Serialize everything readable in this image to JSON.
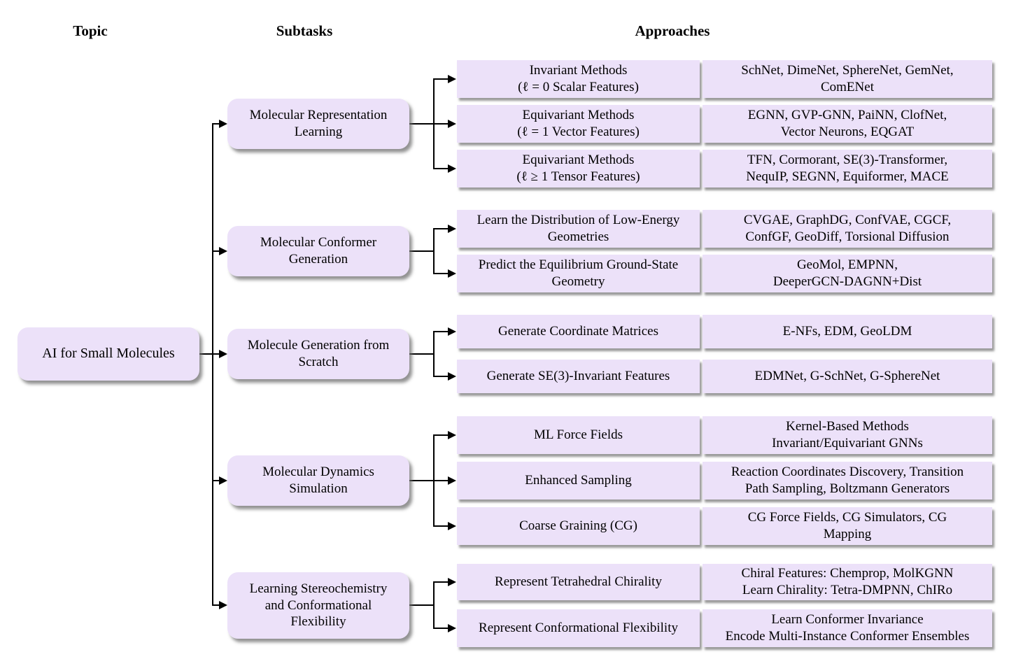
{
  "headers": {
    "topic": "Topic",
    "subtasks": "Subtasks",
    "approaches": "Approaches"
  },
  "root": {
    "label": "AI for Small Molecules"
  },
  "colors": {
    "node_fill": "#ece1f9",
    "line": "#000000",
    "background": "#ffffff"
  },
  "groups": [
    {
      "subtask": [
        "Molecular Representation",
        "Learning"
      ],
      "rows": [
        {
          "label": [
            "Invariant Methods",
            "(ℓ = 0 Scalar Features)"
          ],
          "methods": [
            "SchNet, DimeNet, SphereNet, GemNet,",
            "ComENet"
          ]
        },
        {
          "label": [
            "Equivariant Methods",
            "(ℓ = 1 Vector Features)"
          ],
          "methods": [
            "EGNN, GVP-GNN, PaiNN, ClofNet,",
            "Vector Neurons, EQGAT"
          ]
        },
        {
          "label": [
            "Equivariant Methods",
            "(ℓ ≥ 1 Tensor Features)"
          ],
          "methods": [
            "TFN, Cormorant, SE(3)-Transformer,",
            "NequIP, SEGNN, Equiformer, MACE"
          ]
        }
      ]
    },
    {
      "subtask": [
        "Molecular Conformer",
        "Generation"
      ],
      "rows": [
        {
          "label": [
            "Learn the Distribution of Low-Energy",
            "Geometries"
          ],
          "methods": [
            "CVGAE, GraphDG, ConfVAE, CGCF,",
            "ConfGF, GeoDiff, Torsional Diffusion"
          ]
        },
        {
          "label": [
            "Predict the Equilibrium Ground-State",
            "Geometry"
          ],
          "methods": [
            "GeoMol, EMPNN,",
            "DeeperGCN-DAGNN+Dist"
          ]
        }
      ]
    },
    {
      "subtask": [
        "Molecule Generation from",
        "Scratch"
      ],
      "rows": [
        {
          "label": [
            "Generate Coordinate Matrices"
          ],
          "methods": [
            "E-NFs, EDM, GeoLDM"
          ]
        },
        {
          "label": [
            "Generate SE(3)-Invariant Features"
          ],
          "methods": [
            "EDMNet, G-SchNet, G-SphereNet"
          ]
        }
      ]
    },
    {
      "subtask": [
        "Molecular Dynamics",
        "Simulation"
      ],
      "rows": [
        {
          "label": [
            "ML Force Fields"
          ],
          "methods": [
            "Kernel-Based Methods",
            "Invariant/Equivariant GNNs"
          ]
        },
        {
          "label": [
            "Enhanced Sampling"
          ],
          "methods": [
            "Reaction Coordinates Discovery, Transition",
            "Path Sampling, Boltzmann Generators"
          ]
        },
        {
          "label": [
            "Coarse Graining (CG)"
          ],
          "methods": [
            "CG Force Fields, CG Simulators, CG",
            "Mapping"
          ]
        }
      ]
    },
    {
      "subtask": [
        "Learning Stereochemistry",
        "and Conformational",
        "Flexibility"
      ],
      "rows": [
        {
          "label": [
            "Represent Tetrahedral Chirality"
          ],
          "methods": [
            "Chiral Features: Chemprop, MolKGNN",
            "Learn Chirality: Tetra-DMPNN, ChIRo"
          ]
        },
        {
          "label": [
            "Represent Conformational Flexibility"
          ],
          "methods": [
            "Learn Conformer Invariance",
            "Encode Multi-Instance Conformer Ensembles"
          ]
        }
      ]
    }
  ]
}
